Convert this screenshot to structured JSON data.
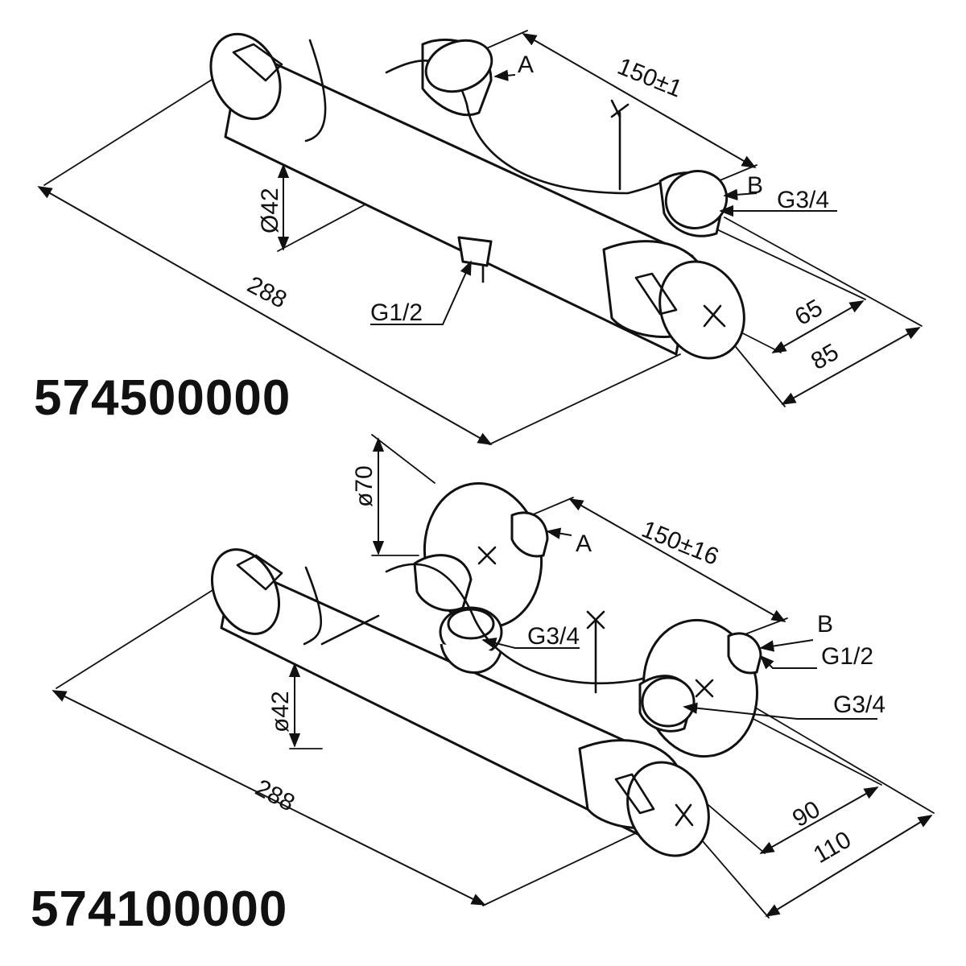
{
  "models": [
    {
      "code": "574500000",
      "labels": {
        "port_a": "A",
        "port_b": "B",
        "center_distance": "150±1",
        "inlet_thread": "G3/4",
        "body_diameter": "Ø42",
        "total_length": "288",
        "outlet_thread": "G1/2",
        "depth_inner": "65",
        "depth_outer": "85"
      }
    },
    {
      "code": "574100000",
      "labels": {
        "flange_diameter": "ø70",
        "port_a": "A",
        "center_distance": "150±16",
        "port_b": "B",
        "outlet_thread_left": "G3/4",
        "port_b_thread": "G1/2",
        "inlet_thread": "G3/4",
        "body_diameter": "ø42",
        "total_length": "288",
        "depth_inner": "90",
        "depth_outer": "110"
      }
    }
  ]
}
